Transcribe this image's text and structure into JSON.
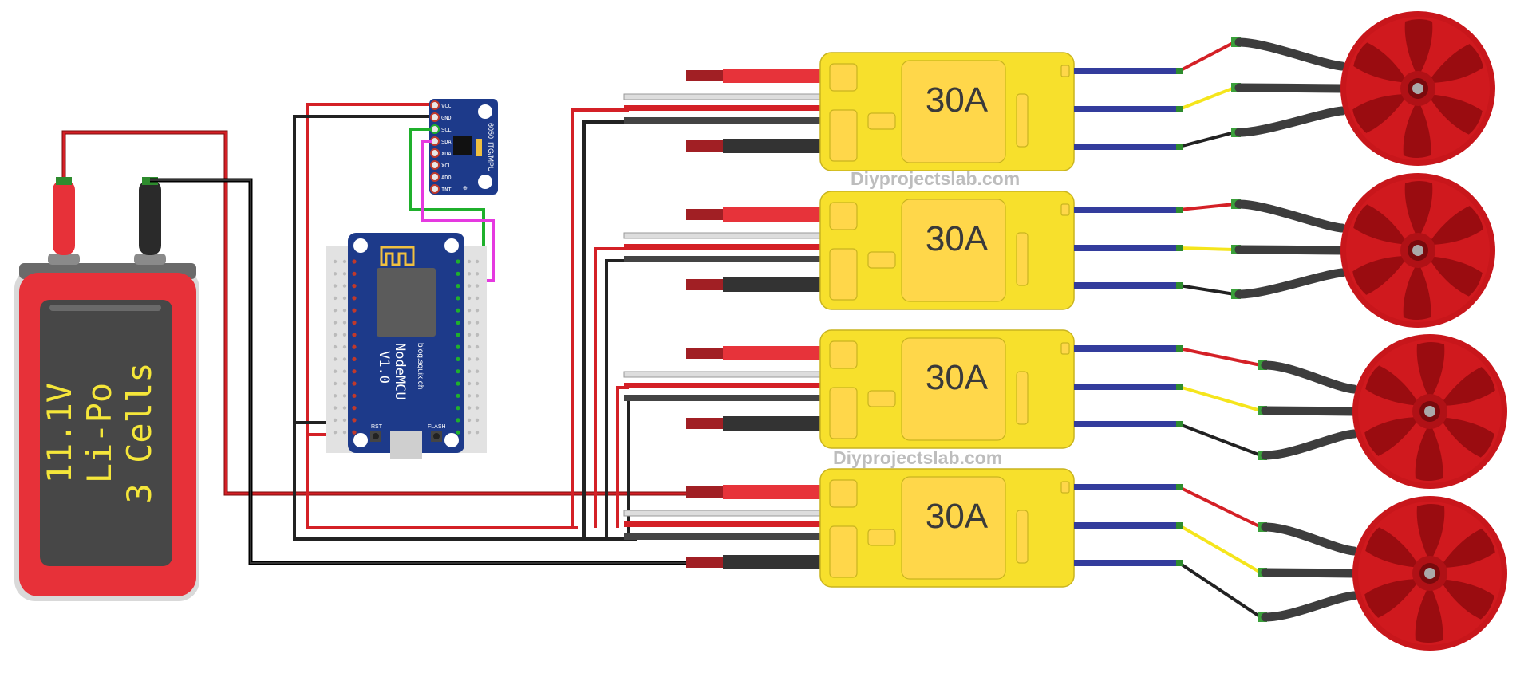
{
  "battery": {
    "line1": "11.1V",
    "line2": "Li-Po",
    "line3": "3 Cells"
  },
  "esc": {
    "rating_label": "30A",
    "count": 4
  },
  "watermark": {
    "text": "Diyprojectslab.com"
  },
  "mpu": {
    "pins": [
      "VCC",
      "GND",
      "SCL",
      "SDA",
      "XDA",
      "XCL",
      "ADO",
      "INT"
    ],
    "board_text": "ITG/MPU",
    "model": "6050"
  },
  "nodemcu": {
    "name": "NodeMCU",
    "version": "V1.0",
    "site": "blog.squix.ch",
    "btn_rst": "RST",
    "btn_flash": "FLASH"
  },
  "colors": {
    "esc_yellow": "#f7e02c",
    "motor_red": "#c8161b",
    "battery_red": "#e73139",
    "wire_red": "#d42026",
    "wire_black": "#222222",
    "wire_green": "#1fb02c",
    "wire_magenta": "#e539e0",
    "board_blue": "#1d3a8a"
  }
}
